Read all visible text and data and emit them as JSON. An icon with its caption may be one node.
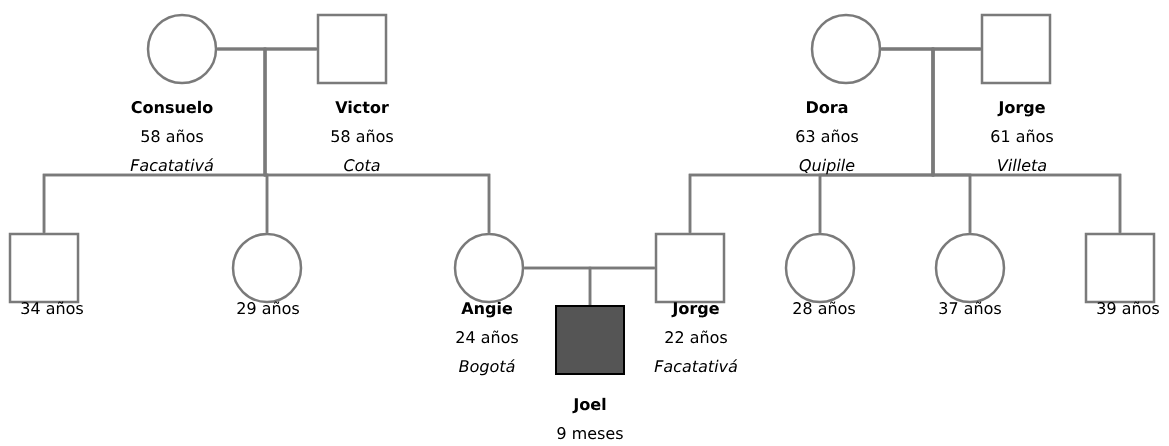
{
  "diagram": {
    "nodes": [
      {
        "text": [
          "Consuelo",
          "58 años",
          "Facatativá"
        ]
      },
      {
        "text": [
          "Victor",
          "58 años",
          "Cota"
        ]
      },
      {
        "text": [
          "Dora",
          "63 años",
          "Quipile"
        ]
      },
      {
        "text": [
          "Jorge",
          "61 años",
          "Villeta"
        ]
      },
      {
        "text": [
          "34 años"
        ]
      },
      {
        "text": [
          "29 años"
        ]
      },
      {
        "text": [
          "Angie",
          "24 años",
          "Bogotá"
        ]
      },
      {
        "text": [
          "Jorge",
          "22 años",
          "Facatativá"
        ]
      },
      {
        "text": [
          "28 años"
        ]
      },
      {
        "text": [
          "37 años"
        ]
      },
      {
        "text": [
          "39 años"
        ]
      },
      {
        "text": [
          "Joel",
          "9 meses"
        ]
      }
    ],
    "edges": [
      {
        "from": 0,
        "to": 1,
        "arrow": "none"
      },
      {
        "from": 2,
        "to": 3,
        "arrow": "none"
      },
      {
        "from": 6,
        "to": 7,
        "arrow": "none"
      },
      {
        "from": 0,
        "to": 4,
        "arrow": "none"
      },
      {
        "from": 0,
        "to": 5,
        "arrow": "none"
      },
      {
        "from": 0,
        "to": 6,
        "arrow": "none"
      },
      {
        "from": 1,
        "to": 4,
        "arrow": "none"
      },
      {
        "from": 1,
        "to": 5,
        "arrow": "none"
      },
      {
        "from": 1,
        "to": 6,
        "arrow": "none"
      },
      {
        "from": 2,
        "to": 7,
        "arrow": "none"
      },
      {
        "from": 2,
        "to": 8,
        "arrow": "none"
      },
      {
        "from": 2,
        "to": 9,
        "arrow": "none"
      },
      {
        "from": 2,
        "to": 10,
        "arrow": "none"
      },
      {
        "from": 3,
        "to": 7,
        "arrow": "none"
      },
      {
        "from": 3,
        "to": 8,
        "arrow": "none"
      },
      {
        "from": 3,
        "to": 9,
        "arrow": "none"
      },
      {
        "from": 3,
        "to": 10,
        "arrow": "none"
      },
      {
        "from": 6,
        "to": 11,
        "arrow": "none"
      },
      {
        "from": 7,
        "to": 11,
        "arrow": "none"
      }
    ]
  }
}
